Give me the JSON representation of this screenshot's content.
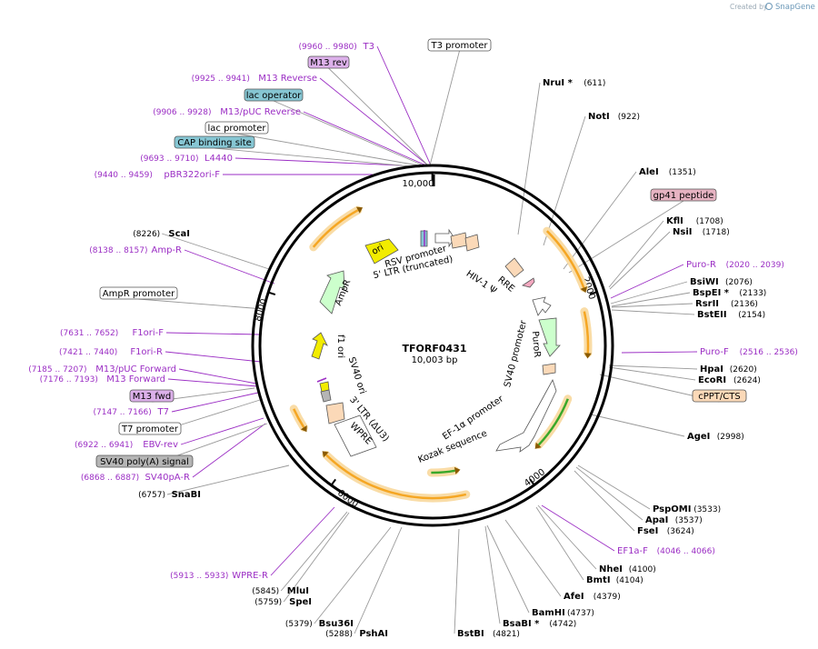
{
  "watermark": {
    "prefix": "Created by",
    "brand": "SnapGene"
  },
  "plasmid": {
    "name": "TFORF0431",
    "length": "10,003 bp"
  },
  "ticks": [
    "2000",
    "4000",
    "6000",
    "8000",
    "10,000"
  ],
  "sites": [
    {
      "name": "NruI *",
      "pos": "(611)"
    },
    {
      "name": "NotI",
      "pos": "(922)"
    },
    {
      "name": "AleI",
      "pos": "(1351)"
    },
    {
      "name": "KflI",
      "pos": "(1708)"
    },
    {
      "name": "NsiI",
      "pos": "(1718)"
    },
    {
      "name": "BsiWI",
      "pos": "(2076)"
    },
    {
      "name": "BspEI *",
      "pos": "(2133)"
    },
    {
      "name": "RsrII",
      "pos": "(2136)"
    },
    {
      "name": "BstEII",
      "pos": "(2154)"
    },
    {
      "name": "HpaI",
      "pos": "(2620)"
    },
    {
      "name": "EcoRI",
      "pos": "(2624)"
    },
    {
      "name": "AgeI",
      "pos": "(2998)"
    },
    {
      "name": "PspOMI",
      "pos": "(3533)"
    },
    {
      "name": "ApaI",
      "pos": "(3537)"
    },
    {
      "name": "FseI",
      "pos": "(3624)"
    },
    {
      "name": "NheI",
      "pos": "(4100)"
    },
    {
      "name": "BmtI",
      "pos": "(4104)"
    },
    {
      "name": "AfeI",
      "pos": "(4379)"
    },
    {
      "name": "BamHI",
      "pos": "(4737)"
    },
    {
      "name": "BsaBI *",
      "pos": "(4742)"
    },
    {
      "name": "BstBI",
      "pos": "(4821)"
    },
    {
      "name": "PshAI",
      "pos": "(5288)"
    },
    {
      "name": "Bsu36I",
      "pos": "(5379)"
    },
    {
      "name": "SpeI",
      "pos": "(5759)"
    },
    {
      "name": "MluI",
      "pos": "(5845)"
    },
    {
      "name": "SnaBI",
      "pos": "(6757)"
    },
    {
      "name": "ScaI",
      "pos": "(8226)"
    }
  ],
  "primers": [
    {
      "name": "T3",
      "pos": "(9960 .. 9980)"
    },
    {
      "name": "M13 Reverse",
      "pos": "(9925 .. 9941)"
    },
    {
      "name": "M13/pUC Reverse",
      "pos": "(9906 .. 9928)"
    },
    {
      "name": "L4440",
      "pos": "(9693 .. 9710)"
    },
    {
      "name": "pBR322ori-F",
      "pos": "(9440 .. 9459)"
    },
    {
      "name": "Amp-R",
      "pos": "(8138 .. 8157)"
    },
    {
      "name": "F1ori-F",
      "pos": "(7631 .. 7652)"
    },
    {
      "name": "F1ori-R",
      "pos": "(7421 .. 7440)"
    },
    {
      "name": "M13/pUC Forward",
      "pos": "(7185 .. 7207)"
    },
    {
      "name": "M13 Forward",
      "pos": "(7176 .. 7193)"
    },
    {
      "name": "T7",
      "pos": "(7147 .. 7166)"
    },
    {
      "name": "EBV-rev",
      "pos": "(6922 .. 6941)"
    },
    {
      "name": "SV40pA-R",
      "pos": "(6868 .. 6887)"
    },
    {
      "name": "WPRE-R",
      "pos": "(5913 .. 5933)"
    },
    {
      "name": "Puro-R",
      "pos": "(2020 .. 2039)"
    },
    {
      "name": "Puro-F",
      "pos": "(2516 .. 2536)"
    },
    {
      "name": "EF1a-F",
      "pos": "(4046 .. 4066)"
    }
  ],
  "boxed": {
    "t3_promoter": "T3 promoter",
    "m13_rev": "M13 rev",
    "lac_operator": "lac operator",
    "lac_promoter": "lac promoter",
    "cap_site": "CAP binding site",
    "gp41": "gp41 peptide",
    "cppt": "cPPT/CTS",
    "ampr_promoter": "AmpR promoter",
    "m13_fwd": "M13 fwd",
    "t7_promoter": "T7 promoter",
    "sv40_polya": "SV40 poly(A) signal"
  },
  "features": {
    "rsv": "RSV promoter",
    "ltr5": "5' LTR (truncated)",
    "hiv": "HIV-1 Ψ",
    "rre": "RRE",
    "sv40p": "SV40 promoter",
    "puror": "PuroR",
    "ef1a": "EF-1α promoter",
    "kozak": "Kozak sequence",
    "wpre": "WPRE",
    "ltr3": "3' LTR (ΔU3)",
    "sv40ori": "SV40 ori",
    "f1ori": "f1 ori",
    "ampr": "AmpR",
    "ori": "ori"
  },
  "colors": {
    "primer": "#9b2ec4",
    "ori_yellow": "#f2ec00",
    "ampr_green": "#ccffcc",
    "orf_orange": "#f5a623",
    "promoter_white": "#ffffff",
    "feature_peach": "#fbd9b8",
    "lac_operator": "#86c6d3",
    "gp41": "#e6b3c2",
    "m13_box": "#dcb0ea",
    "polya_gray": "#b5b5b5"
  }
}
